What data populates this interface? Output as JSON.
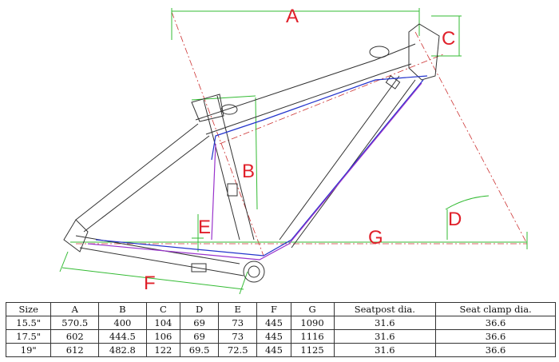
{
  "labels": {
    "A": "A",
    "B": "B",
    "C": "C",
    "D": "D",
    "E": "E",
    "F": "F",
    "G": "G"
  },
  "table": {
    "headers": [
      "Size",
      "A",
      "B",
      "C",
      "D",
      "E",
      "F",
      "G",
      "Seatpost dia.",
      "Seat clamp dia."
    ],
    "rows": [
      [
        "15.5\"",
        "570.5",
        "400",
        "104",
        "69",
        "73",
        "445",
        "1090",
        "31.6",
        "36.6"
      ],
      [
        "17.5\"",
        "602",
        "444.5",
        "106",
        "69",
        "73",
        "445",
        "1116",
        "31.6",
        "36.6"
      ],
      [
        "19\"",
        "612",
        "482.8",
        "122",
        "69.5",
        "72.5",
        "445",
        "1125",
        "31.6",
        "36.6"
      ]
    ]
  },
  "colors": {
    "label": "#e0202a",
    "dimension": "#33bb33",
    "frame": "#333333",
    "cable_blue": "#2233cc",
    "cable_purple": "#9933cc",
    "centerline": "#cc3333"
  }
}
